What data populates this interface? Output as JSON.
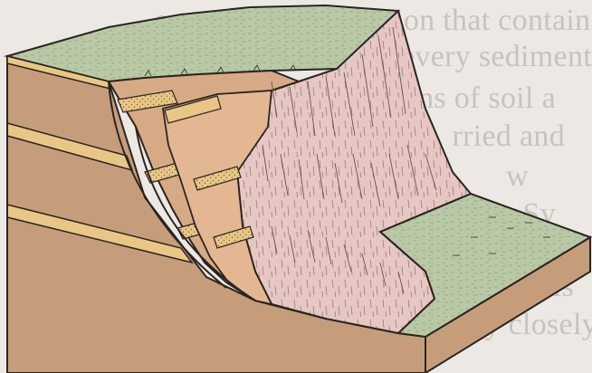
{
  "background_text": {
    "lines": [
      "swospheric dimension that contains",
      "every sediment",
      "ns of soil a",
      "rried and",
      "w",
      "Sy",
      "is",
      "allogically closely"
    ]
  },
  "colors": {
    "page_background": "#ece8e4",
    "ground_surface": "#b9c9a6",
    "bedrock_strata": "#c69d7b",
    "sandstone_beds": "#e8c786",
    "slump_debris": "#e6c7c4",
    "outline": "#2b2420"
  },
  "diagram": {
    "subject": "rotational slump on a stratified block diagram"
  }
}
